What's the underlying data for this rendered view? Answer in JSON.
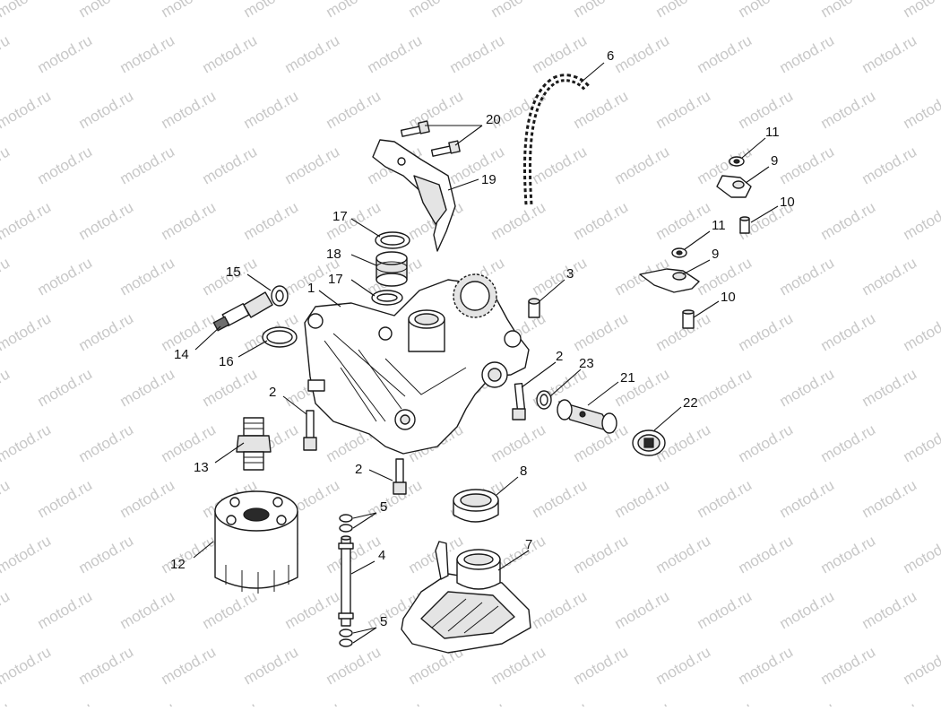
{
  "watermark": {
    "text": "motod.ru"
  },
  "callouts": {
    "c1": "1",
    "c2a": "2",
    "c2b": "2",
    "c2c": "2",
    "c3": "3",
    "c4": "4",
    "c5a": "5",
    "c5b": "5",
    "c6": "6",
    "c7": "7",
    "c8": "8",
    "c9a": "9",
    "c9b": "9",
    "c10a": "10",
    "c10b": "10",
    "c11a": "11",
    "c11b": "11",
    "c12": "12",
    "c13": "13",
    "c14": "14",
    "c15": "15",
    "c16": "16",
    "c17a": "17",
    "c17b": "17",
    "c18": "18",
    "c19": "19",
    "c20": "20",
    "c21": "21",
    "c22": "22",
    "c23": "23"
  }
}
